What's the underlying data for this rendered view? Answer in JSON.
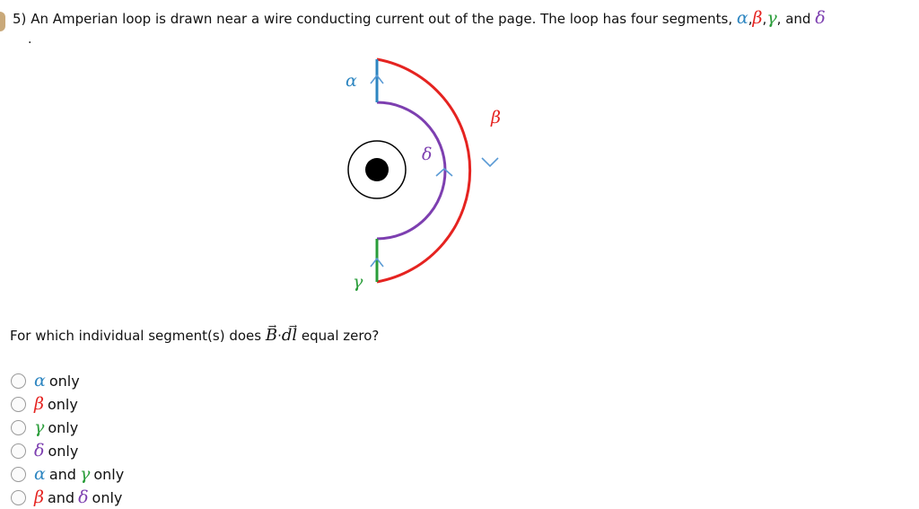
{
  "question": {
    "number": "5)",
    "text": "An Amperian loop is drawn near a wire conducting current out of the page. The loop has four segments,",
    "symbols": [
      "α",
      ",",
      "β",
      ",",
      "γ",
      ", and",
      "δ"
    ],
    "trailing_mark": "."
  },
  "figure": {
    "labels": {
      "alpha": "α",
      "beta": "β",
      "gamma": "γ",
      "delta": "δ"
    },
    "colors": {
      "alpha": "#2e86c1",
      "beta": "#e52320",
      "gamma": "#2a9d3a",
      "delta": "#7d3fb0",
      "arrow": "#5b9bd5",
      "wire": "#000000"
    }
  },
  "prompt": {
    "before": "For which individual segment(s) does",
    "B": "B",
    "dot": "·",
    "dl": "dl",
    "after": "equal zero?"
  },
  "choices": [
    {
      "g1": "α",
      "c1": "#2e86c1",
      "w": "",
      "g2": "",
      "c2": "",
      "rest": "only"
    },
    {
      "g1": "β",
      "c1": "#e52320",
      "w": "",
      "g2": "",
      "c2": "",
      "rest": "only"
    },
    {
      "g1": "γ",
      "c1": "#2a9d3a",
      "w": "",
      "g2": "",
      "c2": "",
      "rest": "only"
    },
    {
      "g1": "δ",
      "c1": "#7d3fb0",
      "w": "",
      "g2": "",
      "c2": "",
      "rest": "only"
    },
    {
      "g1": "α",
      "c1": "#2e86c1",
      "w": "and",
      "g2": "γ",
      "c2": "#2a9d3a",
      "rest": "only"
    },
    {
      "g1": "β",
      "c1": "#e52320",
      "w": "and",
      "g2": "δ",
      "c2": "#7d3fb0",
      "rest": "only"
    }
  ]
}
